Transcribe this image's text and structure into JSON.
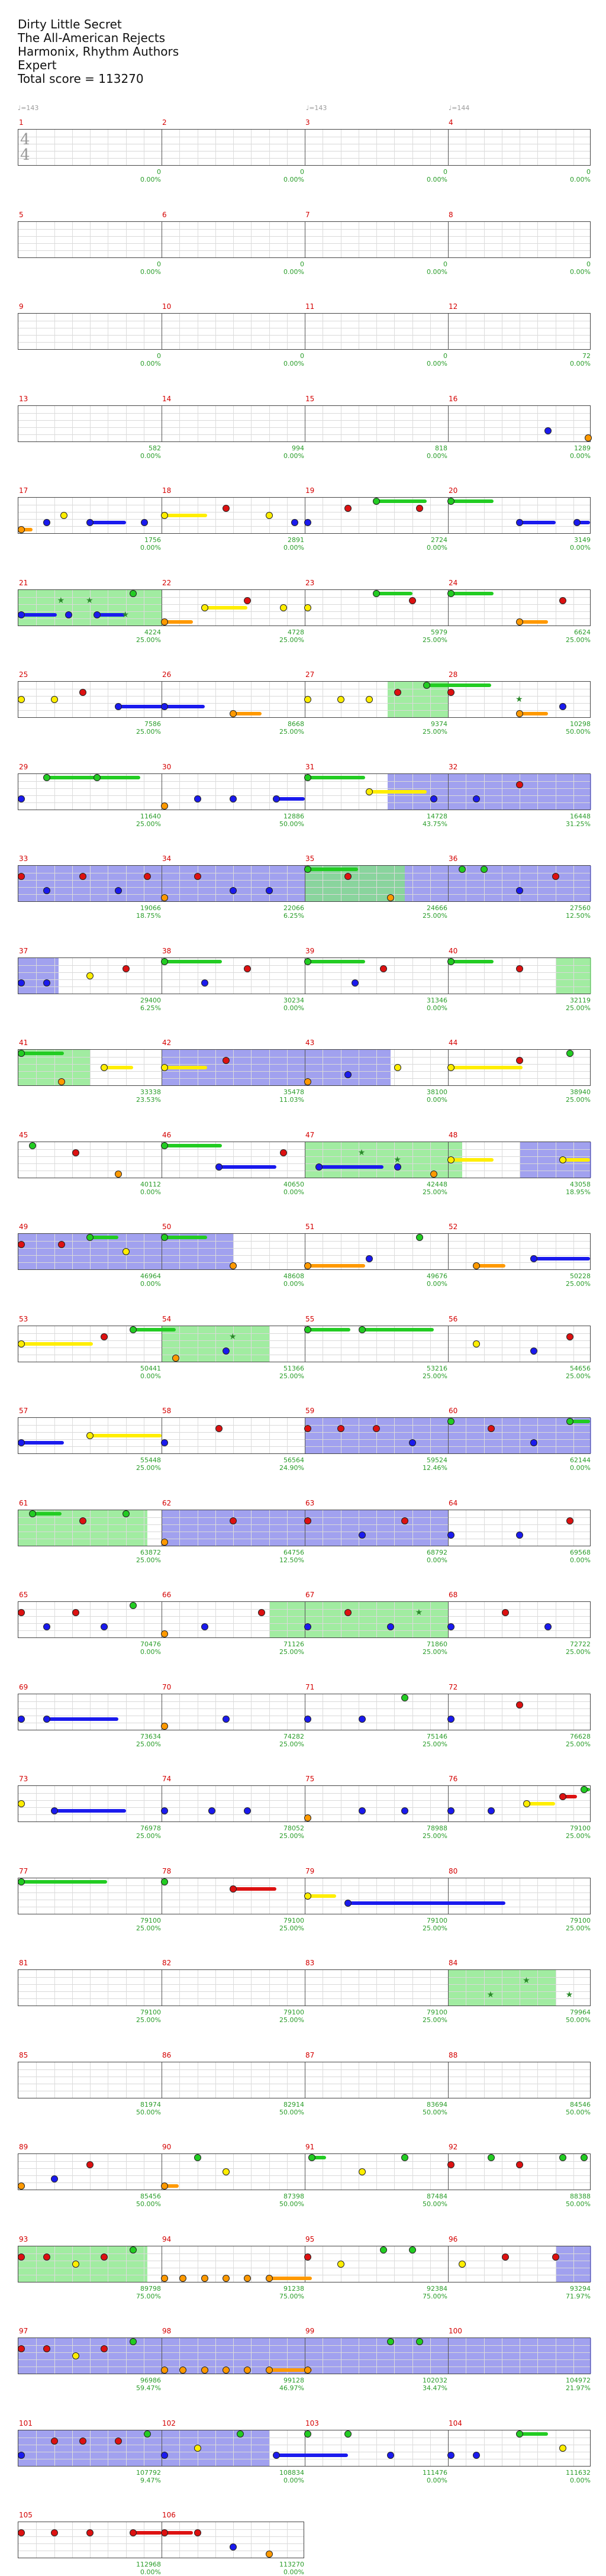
{
  "header": {
    "song": "Dirty Little Secret",
    "artist": "The All-American Rejects",
    "charter": "Harmonix, Rhythm Authors",
    "difficulty": "Expert",
    "total_score": "Total score = 113270"
  },
  "tempos": [
    "♩=143",
    "♩=143",
    "♩=144"
  ],
  "time_signature": {
    "top": "4",
    "bottom": "4"
  },
  "colors": {
    "green": "#22cc22",
    "red": "#dd1111",
    "yellow": "#ffee00",
    "blue": "#1a1aee",
    "orange": "#ff9900"
  },
  "rows": [
    {
      "measures": [
        "1",
        "2",
        "3",
        "4"
      ],
      "scores": [
        [
          "0",
          "0.00%"
        ],
        [
          "0",
          "0.00%"
        ],
        [
          "0",
          "0.00%"
        ],
        [
          "0",
          "0.00%"
        ]
      ]
    },
    {
      "measures": [
        "5",
        "6",
        "7",
        "8"
      ],
      "scores": [
        [
          "0",
          "0.00%"
        ],
        [
          "0",
          "0.00%"
        ],
        [
          "0",
          "0.00%"
        ],
        [
          "0",
          "0.00%"
        ]
      ]
    },
    {
      "measures": [
        "9",
        "10",
        "11",
        "12"
      ],
      "scores": [
        [
          "0",
          "0.00%"
        ],
        [
          "0",
          "0.00%"
        ],
        [
          "0",
          "0.00%"
        ],
        [
          "72",
          "0.00%"
        ]
      ]
    },
    {
      "measures": [
        "13",
        "14",
        "15",
        "16"
      ],
      "scores": [
        [
          "582",
          "0.00%"
        ],
        [
          "994",
          "0.00%"
        ],
        [
          "818",
          "0.00%"
        ],
        [
          "1289",
          "0.00%"
        ]
      ]
    },
    {
      "measures": [
        "17",
        "18",
        "19",
        "20"
      ],
      "scores": [
        [
          "1756",
          "0.00%"
        ],
        [
          "2891",
          "0.00%"
        ],
        [
          "2724",
          "0.00%"
        ],
        [
          "3149",
          "0.00%"
        ]
      ]
    },
    {
      "measures": [
        "21",
        "22",
        "23",
        "24"
      ],
      "scores": [
        [
          "4224",
          "25.00%"
        ],
        [
          "4728",
          "25.00%"
        ],
        [
          "5979",
          "25.00%"
        ],
        [
          "6624",
          "25.00%"
        ]
      ]
    },
    {
      "measures": [
        "25",
        "26",
        "27",
        "28"
      ],
      "scores": [
        [
          "7586",
          "25.00%"
        ],
        [
          "8668",
          "25.00%"
        ],
        [
          "9374",
          "25.00%"
        ],
        [
          "10298",
          "50.00%"
        ]
      ]
    },
    {
      "measures": [
        "29",
        "30",
        "31",
        "32"
      ],
      "scores": [
        [
          "11640",
          "25.00%"
        ],
        [
          "12886",
          "50.00%"
        ],
        [
          "14728",
          "43.75%"
        ],
        [
          "16448",
          "31.25%"
        ]
      ]
    },
    {
      "measures": [
        "33",
        "34",
        "35",
        "36"
      ],
      "scores": [
        [
          "19066",
          "18.75%"
        ],
        [
          "22066",
          "6.25%"
        ],
        [
          "24666",
          "25.00%"
        ],
        [
          "27560",
          "12.50%"
        ]
      ]
    },
    {
      "measures": [
        "37",
        "38",
        "39",
        "40"
      ],
      "scores": [
        [
          "29400",
          "6.25%"
        ],
        [
          "30234",
          "0.00%"
        ],
        [
          "31346",
          "0.00%"
        ],
        [
          "32119",
          "25.00%"
        ]
      ]
    },
    {
      "measures": [
        "41",
        "42",
        "43",
        "44"
      ],
      "scores": [
        [
          "33338",
          "23.53%"
        ],
        [
          "35478",
          "11.03%"
        ],
        [
          "38100",
          "0.00%"
        ],
        [
          "38940",
          "25.00%"
        ]
      ]
    },
    {
      "measures": [
        "45",
        "46",
        "47",
        "48"
      ],
      "scores": [
        [
          "40112",
          "0.00%"
        ],
        [
          "40650",
          "0.00%"
        ],
        [
          "42448",
          "25.00%"
        ],
        [
          "43058",
          "18.95%"
        ]
      ]
    },
    {
      "measures": [
        "49",
        "50",
        "51",
        "52"
      ],
      "scores": [
        [
          "46964",
          "0.00%"
        ],
        [
          "48608",
          "0.00%"
        ],
        [
          "49676",
          "0.00%"
        ],
        [
          "50228",
          "25.00%"
        ]
      ]
    },
    {
      "measures": [
        "53",
        "54",
        "55",
        "56"
      ],
      "scores": [
        [
          "50441",
          "0.00%"
        ],
        [
          "51366",
          "25.00%"
        ],
        [
          "53216",
          "25.00%"
        ],
        [
          "54656",
          "25.00%"
        ]
      ]
    },
    {
      "measures": [
        "57",
        "58",
        "59",
        "60"
      ],
      "scores": [
        [
          "55448",
          "25.00%"
        ],
        [
          "56564",
          "24.90%"
        ],
        [
          "59524",
          "12.46%"
        ],
        [
          "62144",
          "0.00%"
        ]
      ]
    },
    {
      "measures": [
        "61",
        "62",
        "63",
        "64"
      ],
      "scores": [
        [
          "63872",
          "25.00%"
        ],
        [
          "64756",
          "12.50%"
        ],
        [
          "68792",
          "0.00%"
        ],
        [
          "69568",
          "0.00%"
        ]
      ]
    },
    {
      "measures": [
        "65",
        "66",
        "67",
        "68"
      ],
      "scores": [
        [
          "70476",
          "0.00%"
        ],
        [
          "71126",
          "25.00%"
        ],
        [
          "71860",
          "25.00%"
        ],
        [
          "72722",
          "25.00%"
        ]
      ]
    },
    {
      "measures": [
        "69",
        "70",
        "71",
        "72"
      ],
      "scores": [
        [
          "73634",
          "25.00%"
        ],
        [
          "74282",
          "25.00%"
        ],
        [
          "75146",
          "25.00%"
        ],
        [
          "76628",
          "25.00%"
        ]
      ]
    },
    {
      "measures": [
        "73",
        "74",
        "75",
        "76"
      ],
      "scores": [
        [
          "76978",
          "25.00%"
        ],
        [
          "78052",
          "25.00%"
        ],
        [
          "78988",
          "25.00%"
        ],
        [
          "79100",
          "25.00%"
        ]
      ]
    },
    {
      "measures": [
        "77",
        "78",
        "79",
        "80"
      ],
      "scores": [
        [
          "79100",
          "25.00%"
        ],
        [
          "79100",
          "25.00%"
        ],
        [
          "79100",
          "25.00%"
        ],
        [
          "79100",
          "25.00%"
        ]
      ]
    },
    {
      "measures": [
        "81",
        "82",
        "83",
        "84"
      ],
      "scores": [
        [
          "79100",
          "25.00%"
        ],
        [
          "79100",
          "25.00%"
        ],
        [
          "79100",
          "25.00%"
        ],
        [
          "79964",
          "50.00%"
        ]
      ]
    },
    {
      "measures": [
        "85",
        "86",
        "87",
        "88"
      ],
      "scores": [
        [
          "81974",
          "50.00%"
        ],
        [
          "82914",
          "50.00%"
        ],
        [
          "83694",
          "50.00%"
        ],
        [
          "84546",
          "50.00%"
        ]
      ]
    },
    {
      "measures": [
        "89",
        "90",
        "91",
        "92"
      ],
      "scores": [
        [
          "85456",
          "50.00%"
        ],
        [
          "87398",
          "50.00%"
        ],
        [
          "87484",
          "50.00%"
        ],
        [
          "88388",
          "50.00%"
        ]
      ]
    },
    {
      "measures": [
        "93",
        "94",
        "95",
        "96"
      ],
      "scores": [
        [
          "89798",
          "75.00%"
        ],
        [
          "91238",
          "75.00%"
        ],
        [
          "92384",
          "75.00%"
        ],
        [
          "93294",
          "71.97%"
        ]
      ]
    },
    {
      "measures": [
        "97",
        "98",
        "99",
        "100"
      ],
      "scores": [
        [
          "96986",
          "59.47%"
        ],
        [
          "99128",
          "46.97%"
        ],
        [
          "102032",
          "34.47%"
        ],
        [
          "104972",
          "21.97%"
        ]
      ]
    },
    {
      "measures": [
        "101",
        "102",
        "103",
        "104"
      ],
      "scores": [
        [
          "107792",
          "9.47%"
        ],
        [
          "108834",
          "0.00%"
        ],
        [
          "111476",
          "0.00%"
        ],
        [
          "111632",
          "0.00%"
        ]
      ]
    },
    {
      "measures": [
        "105",
        "106"
      ],
      "scores": [
        [
          "112968",
          "0.00%"
        ],
        [
          "113270",
          "0.00%"
        ]
      ]
    }
  ]
}
